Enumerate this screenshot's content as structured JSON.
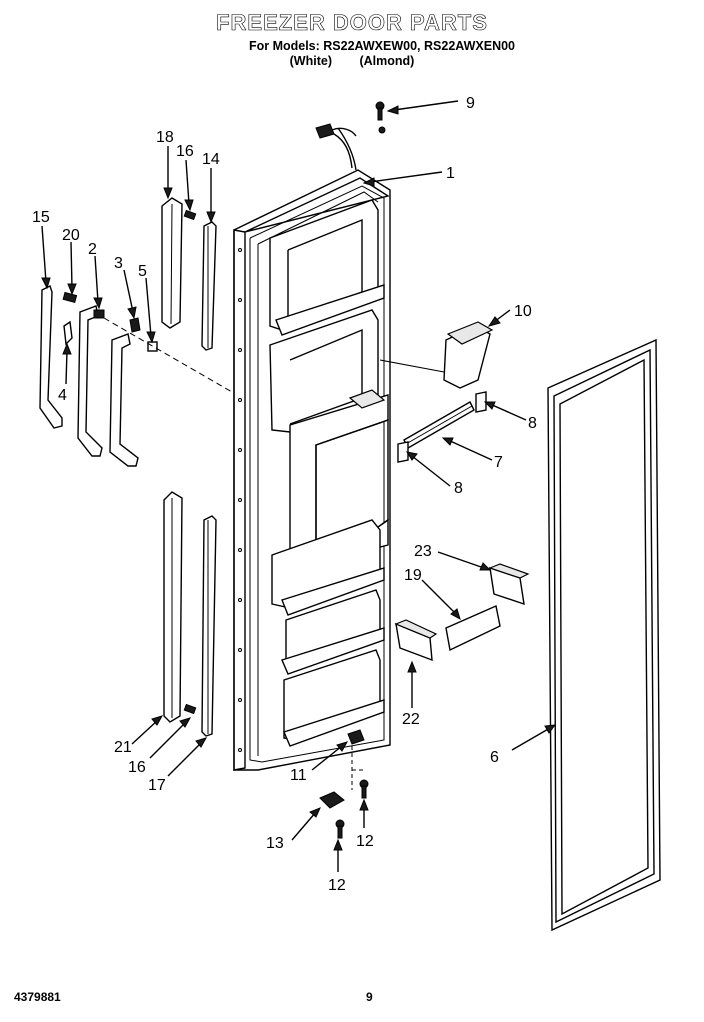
{
  "header": {
    "title": "FREEZER DOOR PARTS",
    "models": "For Models: RS22AWXEW00, RS22AWXEN00",
    "color_white": "(White)",
    "color_almond": "(Almond)"
  },
  "footer": {
    "part_number": "4379881",
    "page_number": "9"
  },
  "callouts": [
    {
      "label": "9"
    },
    {
      "label": "1"
    },
    {
      "label": "18"
    },
    {
      "label": "16"
    },
    {
      "label": "14"
    },
    {
      "label": "15"
    },
    {
      "label": "20"
    },
    {
      "label": "2"
    },
    {
      "label": "3"
    },
    {
      "label": "5"
    },
    {
      "label": "4"
    },
    {
      "label": "10"
    },
    {
      "label": "8"
    },
    {
      "label": "7"
    },
    {
      "label": "8"
    },
    {
      "label": "23"
    },
    {
      "label": "19"
    },
    {
      "label": "22"
    },
    {
      "label": "6"
    },
    {
      "label": "21"
    },
    {
      "label": "16"
    },
    {
      "label": "17"
    },
    {
      "label": "11"
    },
    {
      "label": "13"
    },
    {
      "label": "12"
    },
    {
      "label": "12"
    }
  ]
}
